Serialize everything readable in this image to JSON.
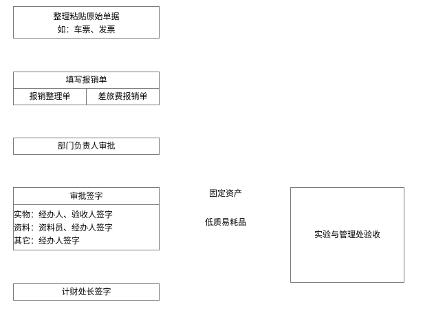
{
  "step1": {
    "line1": "整理粘贴原始单据",
    "line2": "如：车票、发票"
  },
  "step2": {
    "title": "填写报销单",
    "option_left": "报销整理单",
    "option_right": "差旅费报销单"
  },
  "step3": {
    "title": "部门负责人审批"
  },
  "step4": {
    "title": "审批签字",
    "lines": [
      "实物：经办人、验收人签字",
      "资料：资料员、经办人签字",
      "其它：经办人签字"
    ]
  },
  "asset_labels": {
    "fixed_assets": "固定资产",
    "consumables": "低质易耗品"
  },
  "lab_check": {
    "title": "实验与管理处验收"
  },
  "step5": {
    "title": "计财处长签字"
  }
}
